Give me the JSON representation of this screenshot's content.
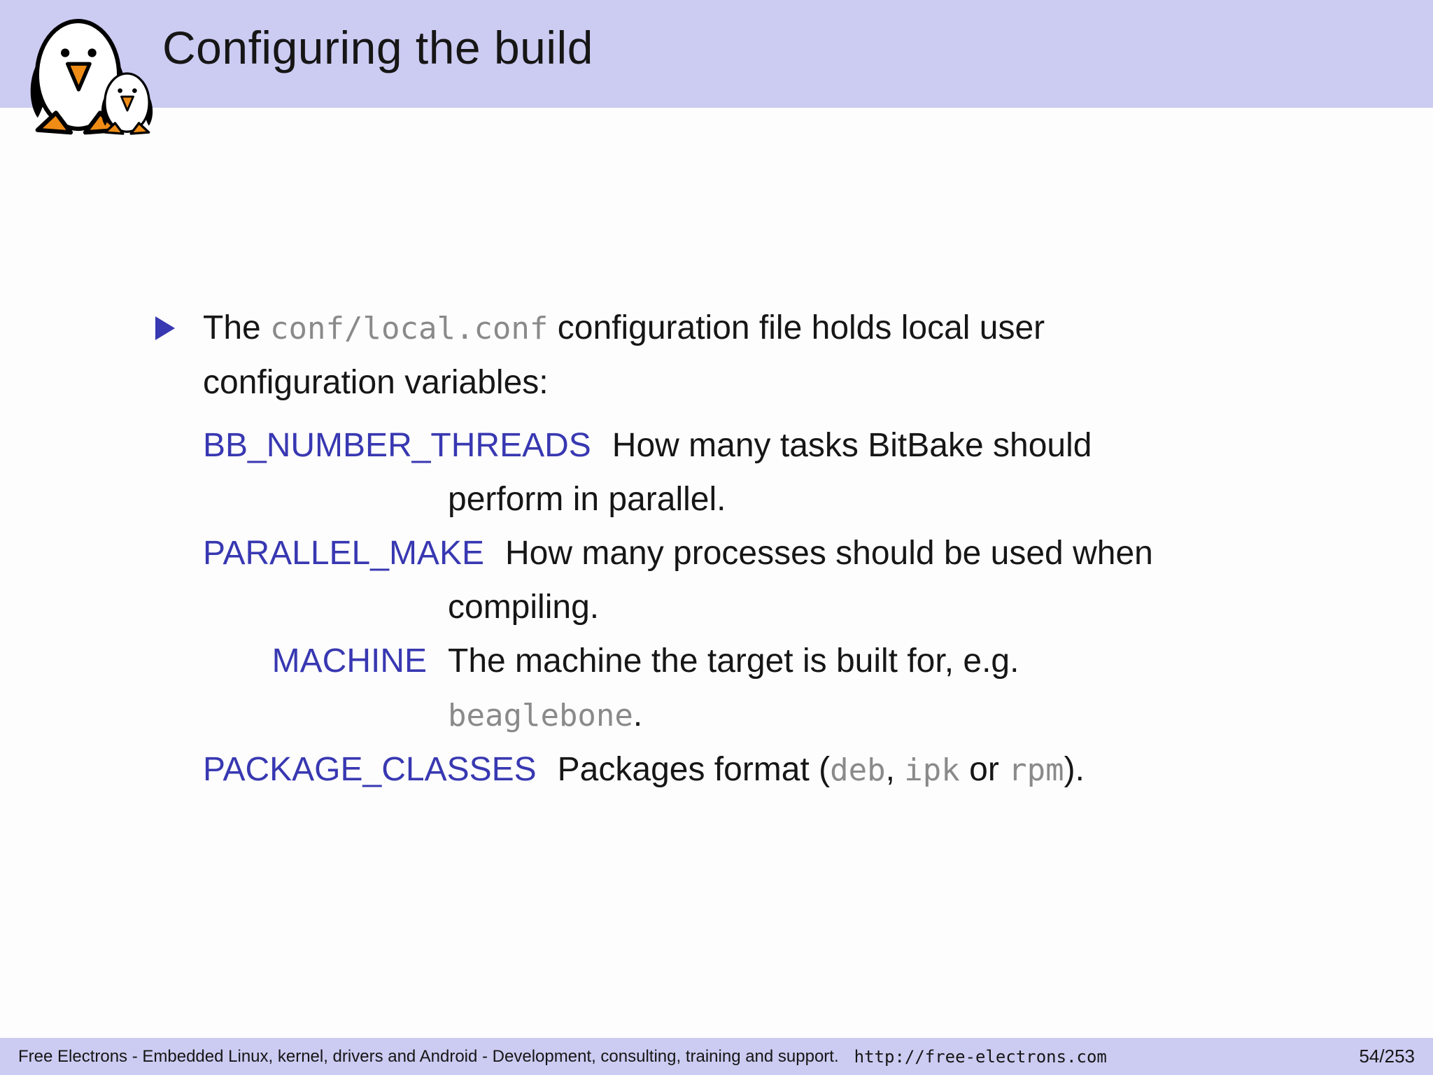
{
  "title": "Configuring the build",
  "bullet": {
    "pre": "The ",
    "code": "conf/local.conf",
    "post": " configuration file holds local user",
    "line2": "configuration variables:"
  },
  "items": [
    {
      "label": "BB_NUMBER_THREADS",
      "d1": "How many tasks BitBake should",
      "d2": "perform in parallel."
    },
    {
      "label": "PARALLEL_MAKE",
      "d1": "How many processes should be used when",
      "d2": "compiling."
    },
    {
      "label": "MACHINE",
      "d1": "The machine the target is built for, e.g.",
      "d2_code": "beaglebone",
      "d2_post": "."
    },
    {
      "label": "PACKAGE_CLASSES",
      "d1_pre": "Packages format (",
      "code_deb": "deb",
      "sep1": ", ",
      "code_ipk": "ipk",
      "sep2": " or ",
      "code_rpm": "rpm",
      "d1_post": ")."
    }
  ],
  "footer": {
    "text": "Free Electrons - Embedded Linux, kernel, drivers and Android - Development, consulting, training and support.",
    "url": "http://free-electrons.com",
    "page": "54/253"
  },
  "colors": {
    "header_bg": "#cccbf2",
    "structure": "#3838b2",
    "code_gray": "#8a8a8a",
    "text": "#161616",
    "slide_bg": "#fdfdfd",
    "penguin_orange": "#ef8c15"
  }
}
